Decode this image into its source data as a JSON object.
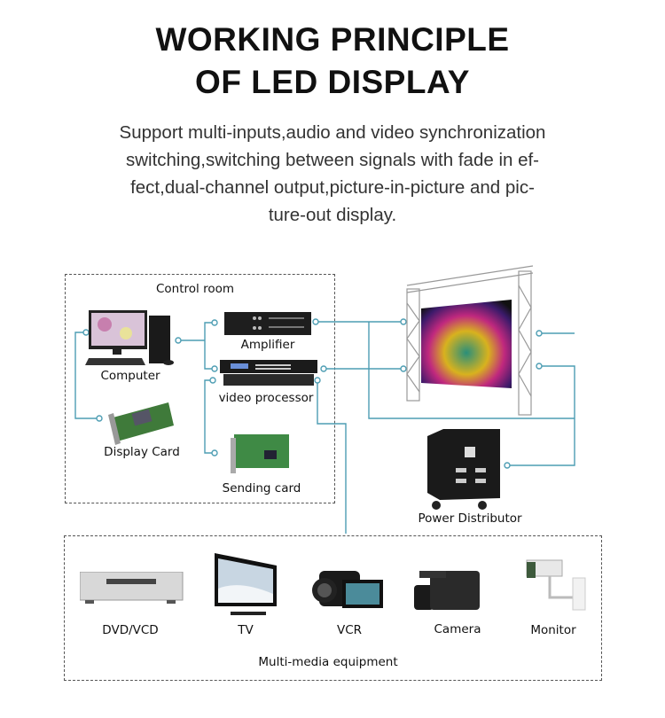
{
  "title_line1": "WORKING PRINCIPLE",
  "title_line2": "OF LED DISPLAY",
  "subtitle_lines": [
    "Support multi-inputs,audio and video synchronization",
    "switching,switching between signals with fade in ef-",
    "fect,dual-channel output,picture-in-picture and pic-",
    "ture-out display."
  ],
  "control_room": {
    "title": "Control room",
    "computer": "Computer",
    "display_card": "Display Card",
    "amplifier": "Amplifier",
    "video_processor": "video processor",
    "sending_card": "Sending card"
  },
  "power_distributor": "Power Distributor",
  "multimedia": {
    "title": "Multi-media equipment",
    "items": [
      "DVD/VCD",
      "TV",
      "VCR",
      "Camera",
      "Monitor"
    ]
  },
  "colors": {
    "line": "#4d9db3",
    "text": "#111111"
  }
}
